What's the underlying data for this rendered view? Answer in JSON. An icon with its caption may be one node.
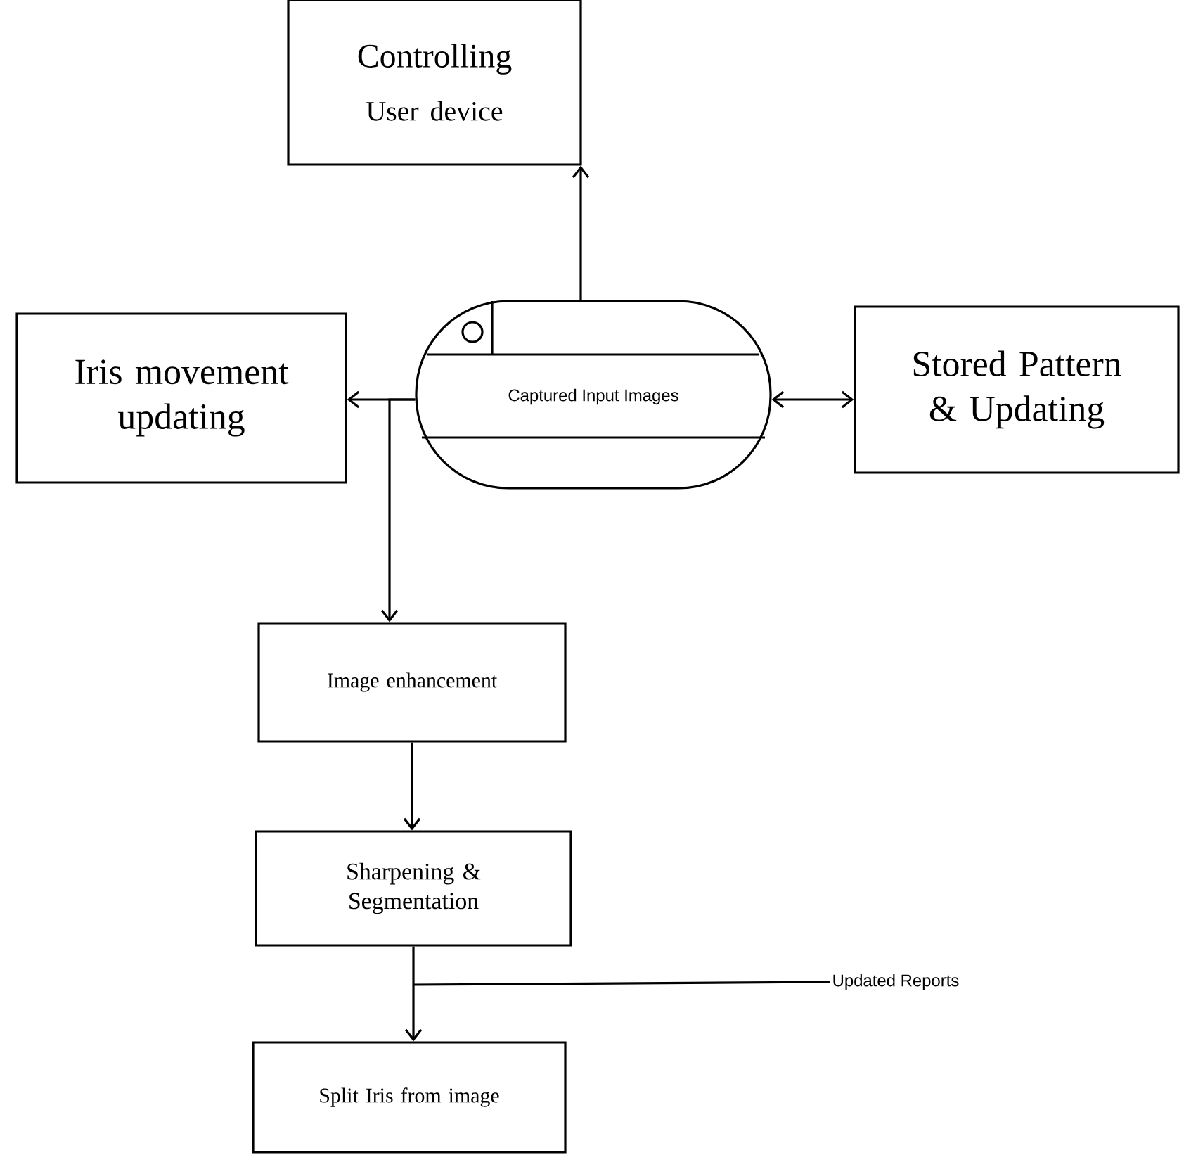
{
  "diagram": {
    "nodes": [
      {
        "text": [
          "Controlling",
          "User device"
        ]
      },
      {
        "text": [
          "Iris movement updating"
        ]
      },
      {
        "text": [
          "Captured Input Images"
        ]
      },
      {
        "text": [
          "Stored Pattern & Updating"
        ]
      },
      {
        "text": [
          "Image enhancement"
        ]
      },
      {
        "text": [
          "Sharpening & Segmentation"
        ]
      },
      {
        "text": [
          "Updated Reports"
        ]
      },
      {
        "text": [
          "Split Iris from image"
        ]
      }
    ],
    "edges": [
      {
        "from": 2,
        "to": 0,
        "arrow": "to"
      },
      {
        "from": 2,
        "to": 1,
        "arrow": "to"
      },
      {
        "from": 2,
        "to": 3,
        "arrow": "both"
      },
      {
        "from": 2,
        "to": 4,
        "arrow": "to"
      },
      {
        "from": 4,
        "to": 5,
        "arrow": "to"
      },
      {
        "from": 5,
        "to": 7,
        "arrow": "to"
      },
      {
        "from": 6,
        "to": null,
        "arrow": "none"
      }
    ]
  }
}
